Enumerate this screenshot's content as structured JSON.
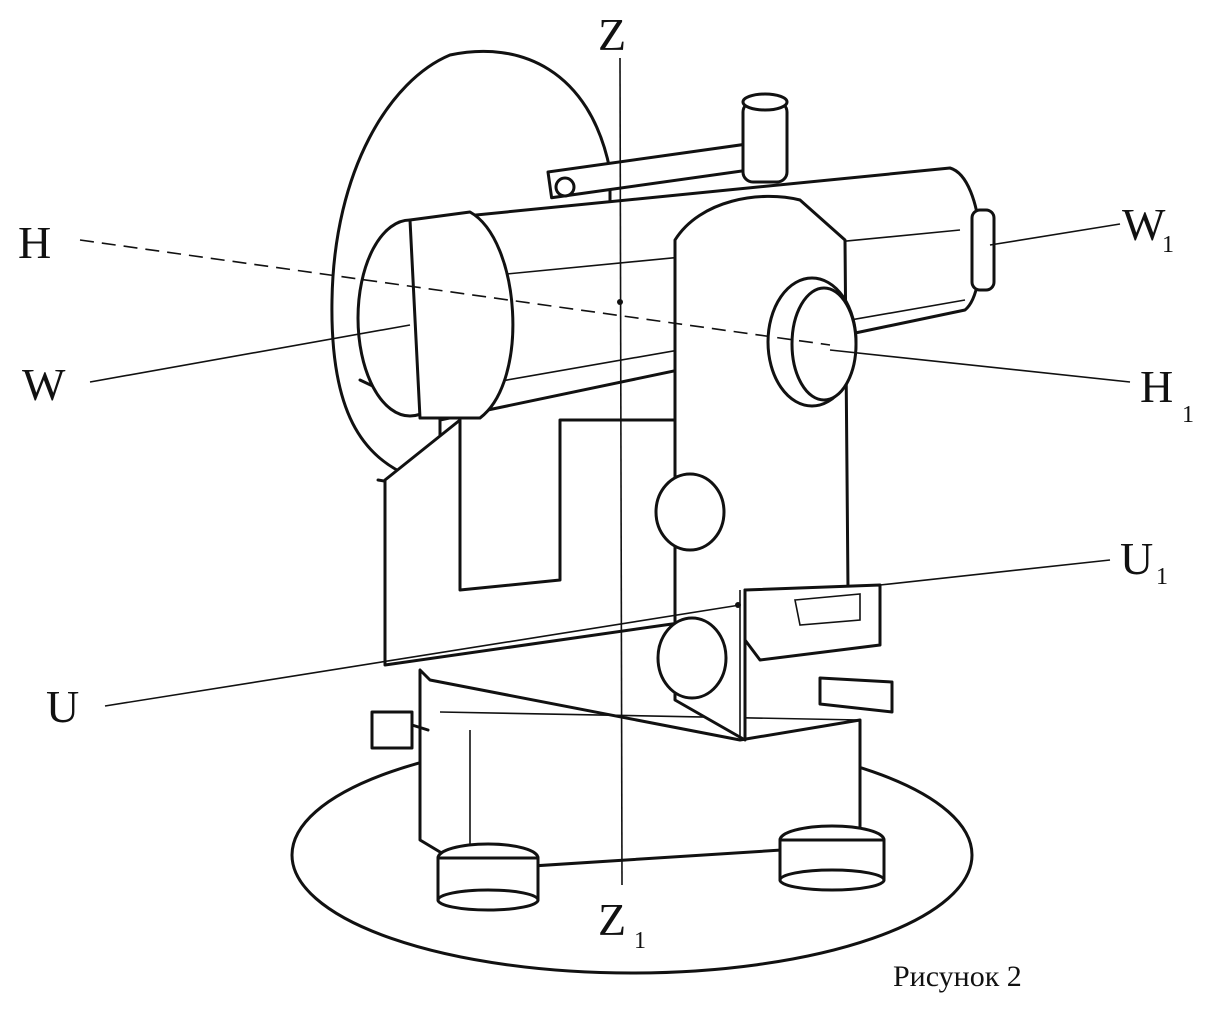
{
  "figure": {
    "caption": "Рисунок 2",
    "labels": {
      "Z": {
        "main": "Z",
        "sub": ""
      },
      "Z1": {
        "main": "Z",
        "sub": "1"
      },
      "H": {
        "main": "H",
        "sub": ""
      },
      "H1": {
        "main": "H",
        "sub": "1"
      },
      "W": {
        "main": "W",
        "sub": ""
      },
      "W1": {
        "main": "W",
        "sub": "1"
      },
      "U": {
        "main": "U",
        "sub": ""
      },
      "U1": {
        "main": "U",
        "sub": "1"
      }
    }
  }
}
